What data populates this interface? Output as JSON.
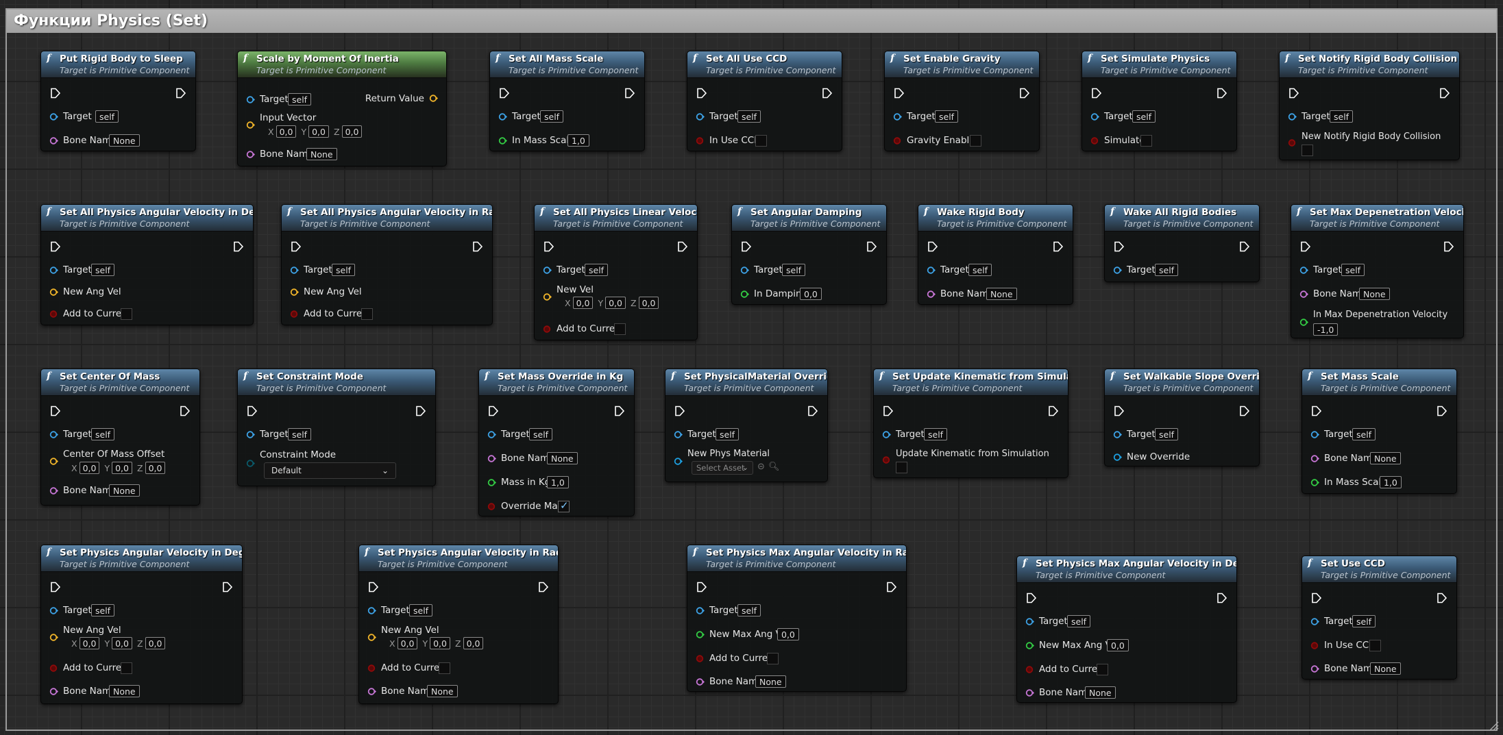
{
  "comment": {
    "title": "Функции Physics (Set)"
  },
  "common": {
    "subtitle": "Target is Primitive Component",
    "func_icon": "f",
    "self": "self",
    "none": "None"
  },
  "colors": {
    "exec": "#ffffff",
    "object": "#3da2e6",
    "struct": "#f0b42a",
    "name": "#c776d6",
    "float": "#33cc44",
    "bool": "#8e0a0a",
    "asset": "#1d9fe0",
    "byte": "#0a5a6a"
  },
  "nodes": {
    "n1": {
      "title": "Put Rigid Body to Sleep",
      "p1": "Target",
      "p2": "Bone Name"
    },
    "n2": {
      "title": "Scale by Moment Of Inertia",
      "p1": "Target",
      "ret": "Return Value",
      "p2": "Input Vector",
      "x": "0,0",
      "y": "0,0",
      "z": "0,0",
      "p3": "Bone Name"
    },
    "n3": {
      "title": "Set All Mass Scale",
      "p1": "Target",
      "p2": "In Mass Scale",
      "v2": "1,0"
    },
    "n4": {
      "title": "Set All Use CCD",
      "p1": "Target",
      "p2": "In Use CCD"
    },
    "n5": {
      "title": "Set Enable Gravity",
      "p1": "Target",
      "p2": "Gravity Enabled"
    },
    "n6": {
      "title": "Set Simulate Physics",
      "p1": "Target",
      "p2": "Simulate"
    },
    "n7": {
      "title": "Set Notify Rigid Body Collision",
      "p1": "Target",
      "p2": "New Notify Rigid Body Collision"
    },
    "n8": {
      "title": "Set All Physics Angular Velocity in Degrees",
      "p1": "Target",
      "p2": "New Ang Vel",
      "p3": "Add to Current"
    },
    "n9": {
      "title": "Set All Physics Angular Velocity in Radians",
      "p1": "Target",
      "p2": "New Ang Vel",
      "p3": "Add to Current"
    },
    "n10": {
      "title": "Set All Physics Linear Velocity",
      "p1": "Target",
      "p2": "New Vel",
      "x": "0,0",
      "y": "0,0",
      "z": "0,0",
      "p3": "Add to Current"
    },
    "n11": {
      "title": "Set Angular Damping",
      "p1": "Target",
      "p2": "In Damping",
      "v2": "0,0"
    },
    "n12": {
      "title": "Wake Rigid Body",
      "p1": "Target",
      "p2": "Bone Name"
    },
    "n13": {
      "title": "Wake All Rigid Bodies",
      "p1": "Target"
    },
    "n14": {
      "title": "Set Max Depenetration Velocity",
      "p1": "Target",
      "p2": "Bone Name",
      "p3": "In Max Depenetration Velocity",
      "v3": "-1,0"
    },
    "n15": {
      "title": "Set Center Of Mass",
      "p1": "Target",
      "p2": "Center Of Mass Offset",
      "x": "0,0",
      "y": "0,0",
      "z": "0,0",
      "p3": "Bone Name"
    },
    "n16": {
      "title": "Set Constraint Mode",
      "p1": "Target",
      "p2": "Constraint Mode",
      "dd": "Default"
    },
    "n17": {
      "title": "Set Mass Override in Kg",
      "p1": "Target",
      "p2": "Bone Name",
      "p3": "Mass in Kg",
      "v3": "1,0",
      "p4": "Override Mass"
    },
    "n18": {
      "title": "Set PhysicalMaterial Override",
      "p1": "Target",
      "p2": "New Phys Material",
      "asset": "Select Asset"
    },
    "n19": {
      "title": "Set Update Kinematic from Simulation",
      "p1": "Target",
      "p2": "Update Kinematic from Simulation"
    },
    "n20": {
      "title": "Set Walkable Slope Override",
      "p1": "Target",
      "p2": "New Override"
    },
    "n21": {
      "title": "Set Mass Scale",
      "p1": "Target",
      "p2": "Bone Name",
      "p3": "In Mass Scale",
      "v3": "1,0"
    },
    "n22": {
      "title": "Set Physics Angular Velocity in Degrees",
      "p1": "Target",
      "p2": "New Ang Vel",
      "x": "0,0",
      "y": "0,0",
      "z": "0,0",
      "p3": "Add to Current",
      "p4": "Bone Name"
    },
    "n23": {
      "title": "Set Physics Angular Velocity in Radians",
      "p1": "Target",
      "p2": "New Ang Vel",
      "x": "0,0",
      "y": "0,0",
      "z": "0,0",
      "p3": "Add to Current",
      "p4": "Bone Name"
    },
    "n24": {
      "title": "Set Physics Max Angular Velocity in Radians",
      "p1": "Target",
      "p2": "New Max Ang Vel",
      "v2": "0,0",
      "p3": "Add to Current",
      "p4": "Bone Name"
    },
    "n25": {
      "title": "Set Physics Max Angular Velocity in Degrees",
      "p1": "Target",
      "p2": "New Max Ang Vel",
      "v2": "0,0",
      "p3": "Add to Current",
      "p4": "Bone Name"
    },
    "n26": {
      "title": "Set Use CCD",
      "p1": "Target",
      "p2": "In Use CCD",
      "p3": "Bone Name"
    }
  }
}
